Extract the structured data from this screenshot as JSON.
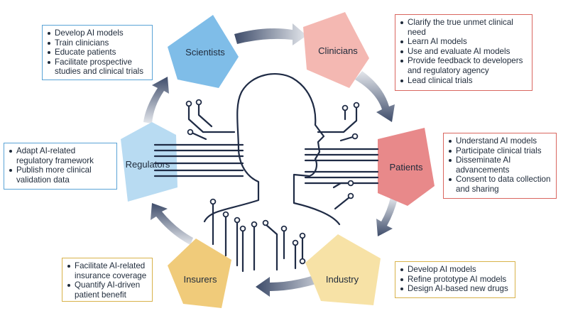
{
  "colors": {
    "scientists": "#7fbde8",
    "clinicians": "#f4b8b2",
    "patients": "#e8898a",
    "industry": "#f7e2a6",
    "insurers": "#f0cb7a",
    "regulators": "#b8dbf2",
    "arrow": "#3e4c6a",
    "ring": "#e4e6ea",
    "lines": "#1f2b45"
  },
  "stakeholders": {
    "scientists": "Scientists",
    "clinicians": "Clinicians",
    "patients": "Patients",
    "industry": "Industry",
    "insurers": "Insurers",
    "regulators": "Regulators"
  },
  "roles": {
    "scientists": [
      "Develop AI models",
      "Train clinicians",
      "Educate patients",
      "Facilitate prospective studies and clinical trials"
    ],
    "clinicians": [
      "Clarify the true unmet clinical need",
      "Learn AI models",
      "Use and evaluate AI models",
      "Provide feedback to developers and regulatory agency",
      "Lead clinical trials"
    ],
    "patients": [
      "Understand AI models",
      "Participate clinical trials",
      "Disseminate AI advancements",
      "Consent to data collection and sharing"
    ],
    "industry": [
      "Develop AI models",
      "Refine prototype AI models",
      "Design AI-based new drugs"
    ],
    "insurers": [
      "Facilitate AI-related insurance coverage",
      "Quantify AI-driven patient benefit"
    ],
    "regulators": [
      "Adapt AI-related regulatory framework",
      "Publish more clinical validation data"
    ]
  }
}
